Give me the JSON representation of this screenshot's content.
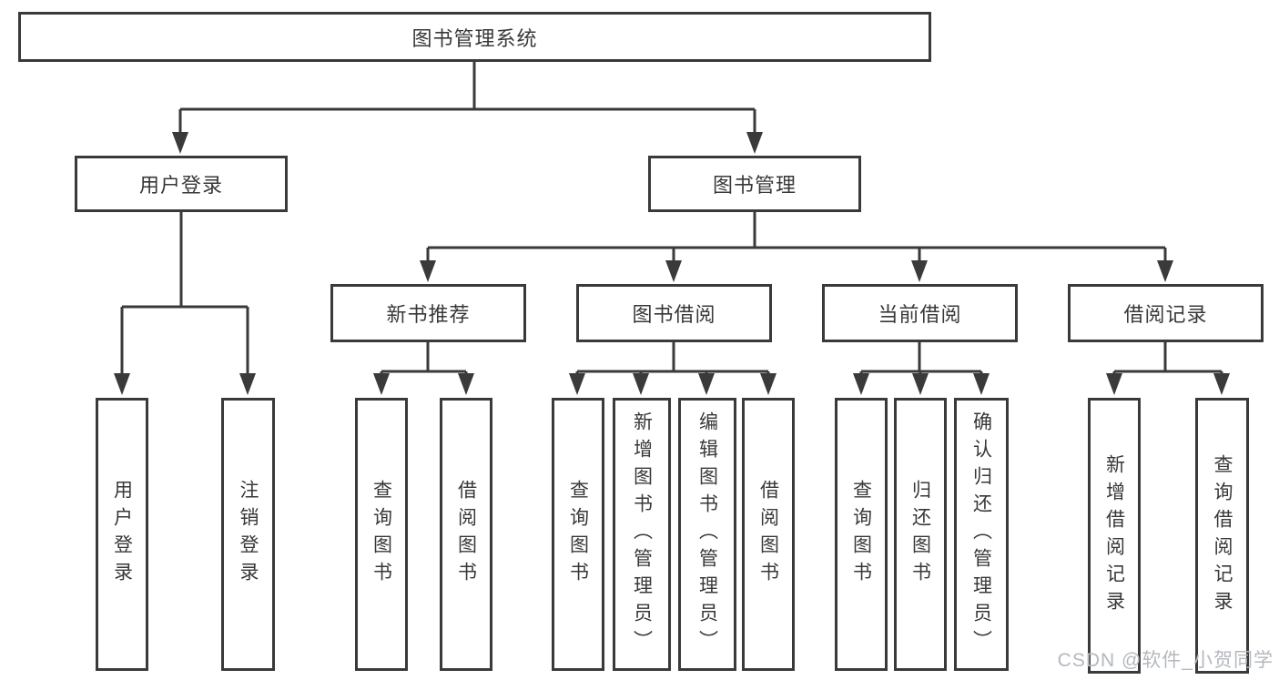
{
  "tree": {
    "root": {
      "label": "图书管理系统"
    },
    "branches": [
      {
        "label": "用户登录",
        "children": [
          {
            "label": "用户登录"
          },
          {
            "label": "注销登录"
          }
        ]
      },
      {
        "label": "图书管理",
        "children": [
          {
            "label": "新书推荐",
            "children": [
              {
                "label": "查询图书"
              },
              {
                "label": "借阅图书"
              }
            ]
          },
          {
            "label": "图书借阅",
            "children": [
              {
                "label": "查询图书"
              },
              {
                "label": "新增图书（管理员）"
              },
              {
                "label": "编辑图书（管理员）"
              },
              {
                "label": "借阅图书"
              }
            ]
          },
          {
            "label": "当前借阅",
            "children": [
              {
                "label": "查询图书"
              },
              {
                "label": "归还图书"
              },
              {
                "label": "确认归还（管理员）"
              }
            ]
          },
          {
            "label": "借阅记录",
            "children": [
              {
                "label": "新增借阅记录"
              },
              {
                "label": "查询借阅记录"
              }
            ]
          }
        ]
      }
    ]
  },
  "watermark": {
    "text": "CSDN @软件_小贺同学"
  },
  "colors": {
    "line": "#3a3a3a",
    "text": "#383838",
    "watermark": "#b4b8be",
    "background": "#ffffff"
  }
}
